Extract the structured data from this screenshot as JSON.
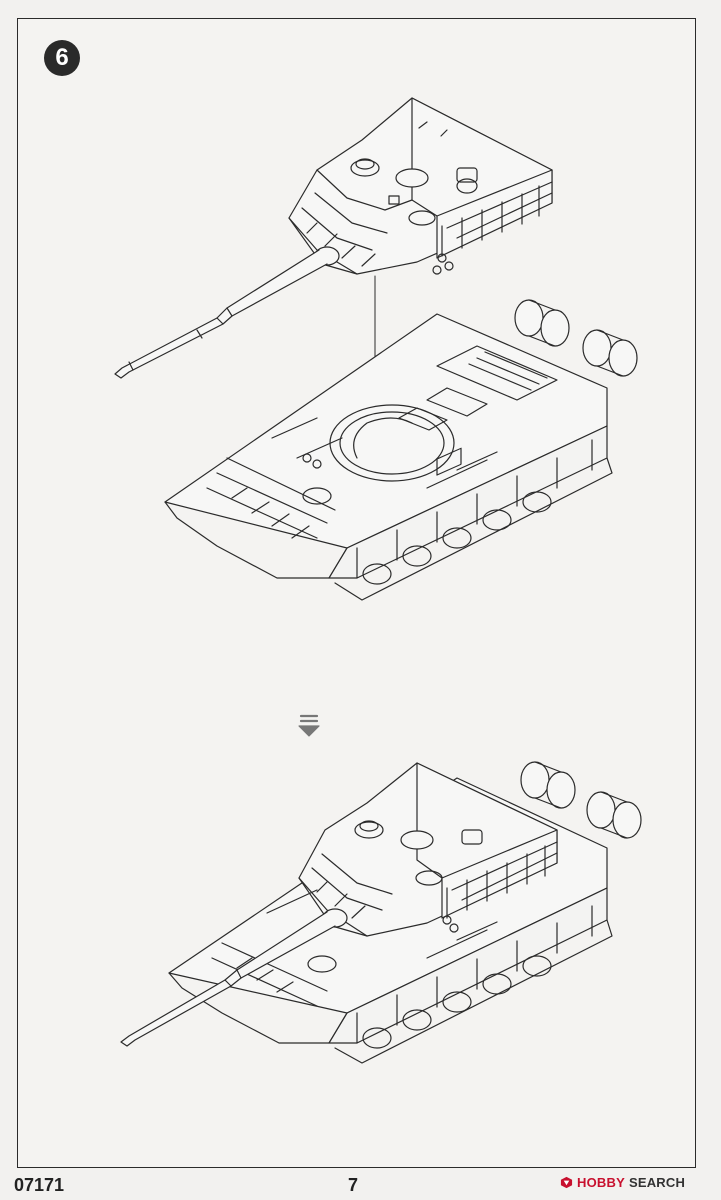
{
  "step": {
    "number": "6"
  },
  "footer": {
    "code": "07171",
    "page": "7",
    "brand_hobby": "HOBBY",
    "brand_search": "SEARCH"
  },
  "colors": {
    "line": "#2b2b2b",
    "paper": "#f4f3f1",
    "brand_red": "#c8102e"
  },
  "icons": {
    "arrow": "down-arrow-icon",
    "badge": "step-number-badge",
    "brand": "hobby-search-logo-icon"
  }
}
